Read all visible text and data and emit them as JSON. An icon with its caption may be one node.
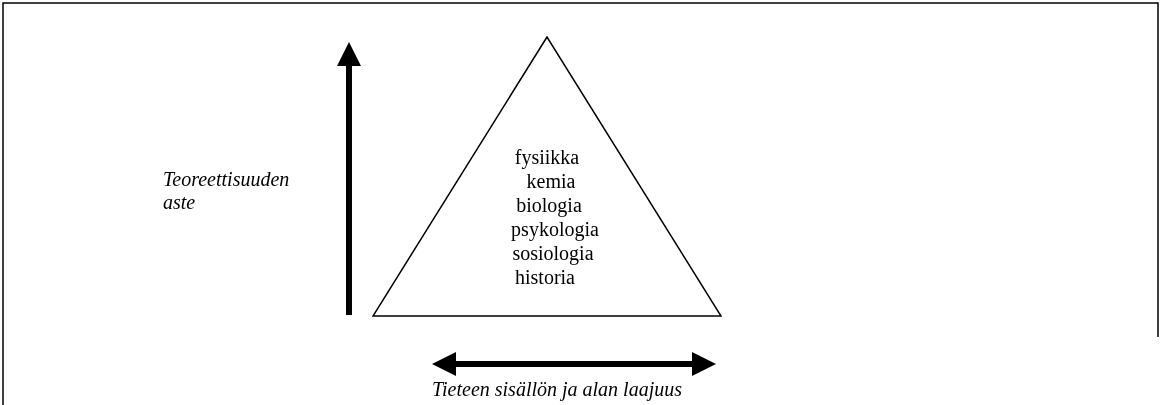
{
  "diagram": {
    "nodes": [
      {
        "text": [
          "fysiikka",
          "kemia",
          "biologia",
          "psykologia",
          "sosiologia",
          "historia"
        ]
      }
    ],
    "labels": [
      "Teoreettisuuden aste",
      "Tieteen sisällön ja alan laajuus"
    ]
  }
}
